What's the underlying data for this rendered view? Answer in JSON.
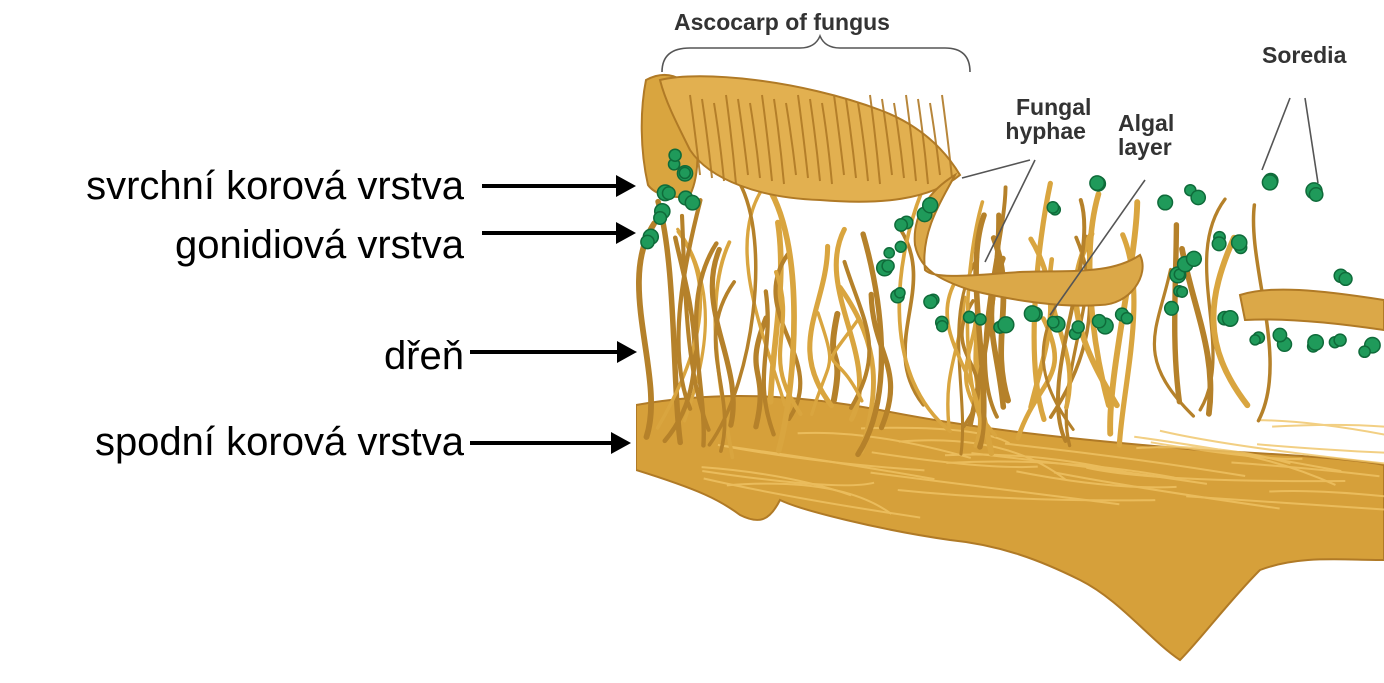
{
  "labels_cz": {
    "upper_cortex": "svrchní korová vrstva",
    "gonidial_layer": "gonidiová vrstva",
    "medulla": "dřeň",
    "lower_cortex": "spodní korová vrstva"
  },
  "labels_en": {
    "ascocarp": "Ascocarp of fungus",
    "fungal_hyphae_1": "Fungal",
    "fungal_hyphae_2": "hyphae",
    "algal_layer_1": "Algal",
    "algal_layer_2": "layer",
    "soredia": "Soredia"
  },
  "colors": {
    "hyphae": "#d9a53f",
    "hyphae_dark": "#b5812a",
    "algae": "#1f9a5a",
    "algae_dark": "#0f6b3a",
    "label_text": "#333333"
  }
}
